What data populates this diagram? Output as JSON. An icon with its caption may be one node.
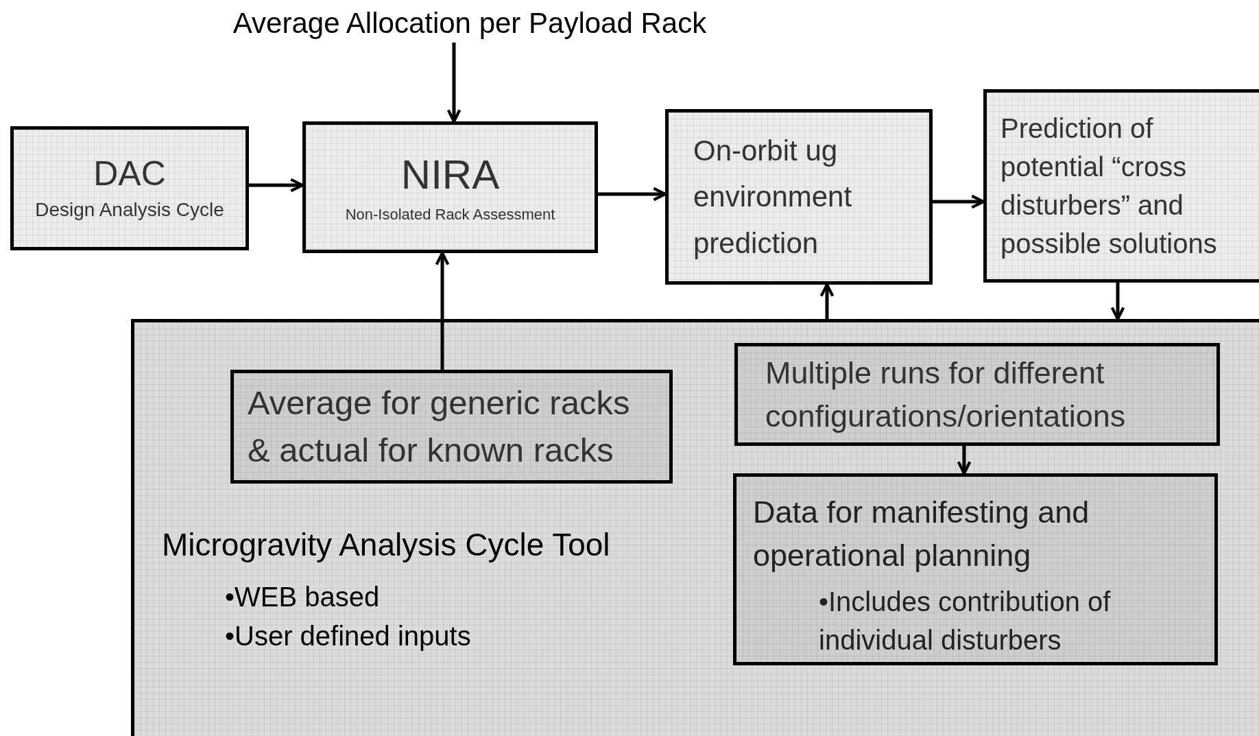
{
  "diagram": {
    "nodes": [
      {
        "text": [
          "Average Allocation per Payload Rack"
        ]
      },
      {
        "text": [
          "DAC",
          "Design Analysis Cycle"
        ]
      },
      {
        "text": [
          "NIRA",
          "Non-Isolated Rack Assessment"
        ]
      },
      {
        "text": [
          "On-orbit ug environment prediction"
        ]
      },
      {
        "text": [
          "Prediction of potential “cross disturbers” and possible solutions"
        ]
      },
      {
        "text": [
          "Microgravity Analysis Cycle Tool",
          "•WEB based",
          "•User defined inputs"
        ]
      },
      {
        "text": [
          "Average for generic racks & actual for known racks"
        ],
        "in": 5
      },
      {
        "text": [
          "Multiple runs for different configurations/orientations"
        ],
        "in": 5
      },
      {
        "text": [
          "Data for manifesting and operational planning",
          "•Includes contribution of individual disturbers"
        ],
        "in": 5
      }
    ],
    "edges": [
      {
        "from": 0,
        "to": 2,
        "arrow": "to"
      },
      {
        "from": 1,
        "to": 2,
        "arrow": "to"
      },
      {
        "from": 2,
        "to": 3,
        "arrow": "to"
      },
      {
        "from": 3,
        "to": 4,
        "arrow": "to"
      },
      {
        "from": 6,
        "to": 2,
        "arrow": "to"
      },
      {
        "from": 5,
        "to": 3,
        "arrow": "to"
      },
      {
        "from": 4,
        "to": 5,
        "arrow": "to"
      },
      {
        "from": 7,
        "to": 8,
        "arrow": "to"
      }
    ]
  }
}
